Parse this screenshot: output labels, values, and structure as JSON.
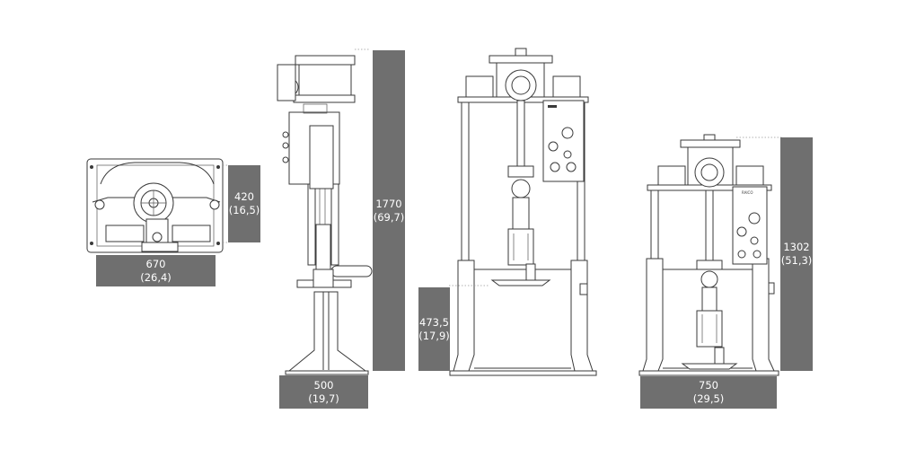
{
  "views": [
    {
      "id": "top",
      "dims": [
        {
          "name": "depth",
          "value": "420",
          "sub": "(16,5)"
        },
        {
          "name": "width",
          "value": "670",
          "sub": "(26,4)"
        }
      ]
    },
    {
      "id": "side",
      "dims": [
        {
          "name": "height",
          "value": "1770",
          "sub": "(69,7)"
        },
        {
          "name": "base",
          "value": "500",
          "sub": "(19,7)"
        }
      ]
    },
    {
      "id": "front-high",
      "dims": [
        {
          "name": "table-height",
          "value": "473,5",
          "sub": "(17,9)"
        }
      ]
    },
    {
      "id": "front-low",
      "dims": [
        {
          "name": "height",
          "value": "1302",
          "sub": "(51,3)"
        },
        {
          "name": "width",
          "value": "750",
          "sub": "(29,5)"
        }
      ]
    }
  ],
  "panel_labels": {
    "brand": "RAICO"
  }
}
